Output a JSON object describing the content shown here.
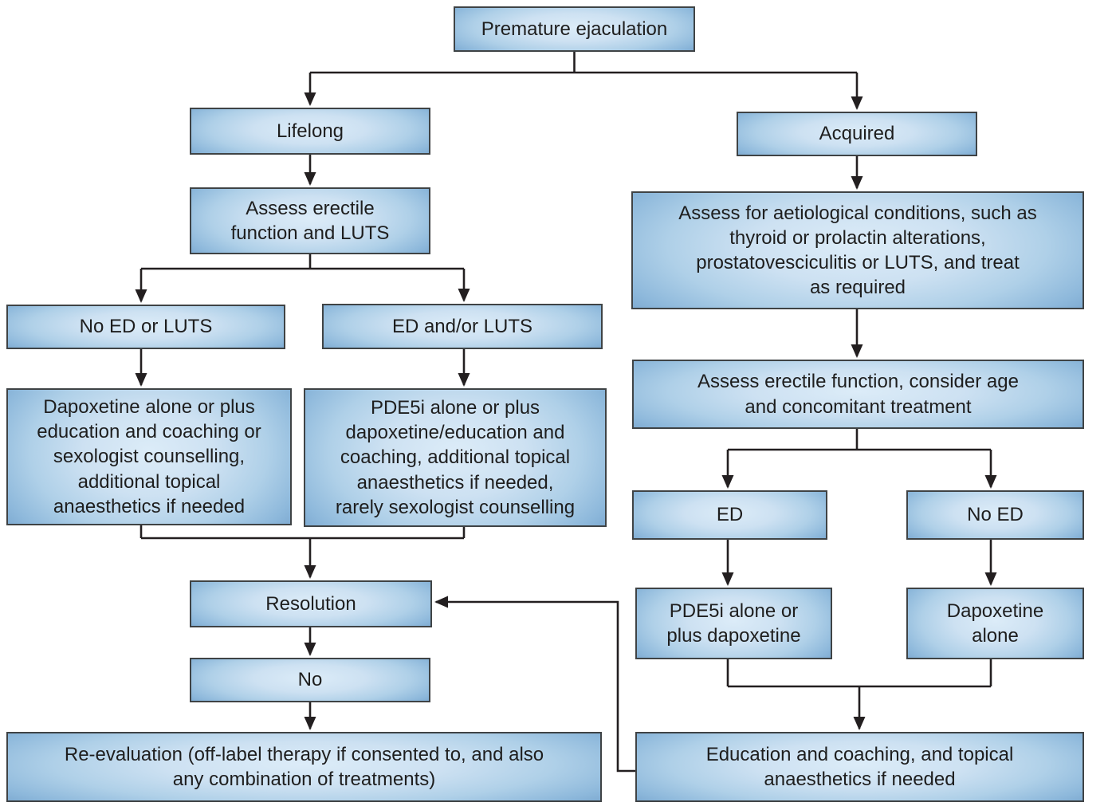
{
  "figure": {
    "type": "flowchart",
    "colors": {
      "box_fill_center": "#dcecf8",
      "box_fill_edge": "#82aed4",
      "box_border": "#3f4345",
      "connector": "#231f20",
      "text": "#1e1e1e",
      "background": "#ffffff"
    }
  },
  "nodes": {
    "premature": {
      "label": "Premature ejaculation"
    },
    "lifelong": {
      "label": "Lifelong"
    },
    "acquired": {
      "label": "Acquired"
    },
    "assess_luts": {
      "label": "Assess erectile\nfunction and LUTS"
    },
    "assess_aetio": {
      "label": "Assess for aetiological conditions, such as\nthyroid or prolactin alterations,\nprostatovesciculitis or LUTS, and treat\nas required"
    },
    "no_ed_luts": {
      "label": "No ED or LUTS"
    },
    "ed_and_luts": {
      "label": "ED and/or LUTS"
    },
    "dapox_plus": {
      "label": "Dapoxetine alone or plus\neducation and coaching or\nsexologist counselling,\nadditional topical\nanaesthetics if needed"
    },
    "pde5i_plus": {
      "label": "PDE5i alone or plus\ndapoxetine/education and\ncoaching, additional topical\nanaesthetics if needed,\nrarely sexologist counselling"
    },
    "assess_age": {
      "label": "Assess erectile function, consider age\nand concomitant treatment"
    },
    "ed": {
      "label": "ED"
    },
    "no_ed": {
      "label": "No ED"
    },
    "pde5i_dap": {
      "label": "PDE5i alone or\nplus dapoxetine"
    },
    "dap_alone": {
      "label": "Dapoxetine\nalone"
    },
    "resolution": {
      "label": "Resolution"
    },
    "no": {
      "label": "No"
    },
    "re_eval": {
      "label": "Re-evaluation (off-label therapy if consented to, and also\nany combination of treatments)"
    },
    "education": {
      "label": "Education and coaching, and topical\nanaesthetics if needed"
    }
  },
  "edges": [
    {
      "from": "premature",
      "to": "lifelong"
    },
    {
      "from": "premature",
      "to": "acquired"
    },
    {
      "from": "lifelong",
      "to": "assess_luts"
    },
    {
      "from": "assess_luts",
      "to": "no_ed_luts"
    },
    {
      "from": "assess_luts",
      "to": "ed_and_luts"
    },
    {
      "from": "no_ed_luts",
      "to": "dapox_plus"
    },
    {
      "from": "ed_and_luts",
      "to": "pde5i_plus"
    },
    {
      "from": "dapox_plus",
      "to": "resolution"
    },
    {
      "from": "pde5i_plus",
      "to": "resolution"
    },
    {
      "from": "resolution",
      "to": "no"
    },
    {
      "from": "no",
      "to": "re_eval"
    },
    {
      "from": "acquired",
      "to": "assess_aetio"
    },
    {
      "from": "assess_aetio",
      "to": "assess_age"
    },
    {
      "from": "assess_age",
      "to": "ed"
    },
    {
      "from": "assess_age",
      "to": "no_ed"
    },
    {
      "from": "ed",
      "to": "pde5i_dap"
    },
    {
      "from": "no_ed",
      "to": "dap_alone"
    },
    {
      "from": "pde5i_dap",
      "to": "education"
    },
    {
      "from": "dap_alone",
      "to": "education"
    },
    {
      "from": "education",
      "to": "resolution"
    }
  ]
}
